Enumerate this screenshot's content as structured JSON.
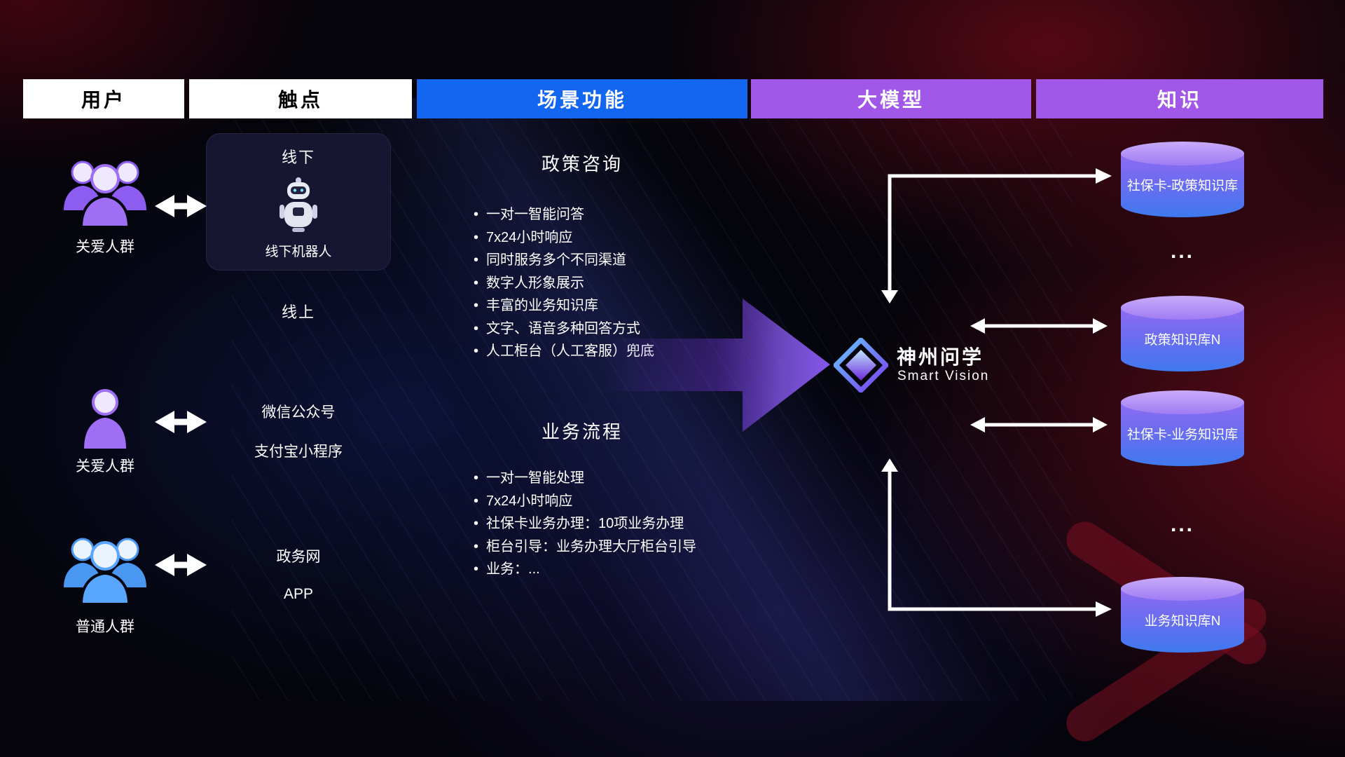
{
  "headers": [
    {
      "label": "用户"
    },
    {
      "label": "触点"
    },
    {
      "label": "场景功能"
    },
    {
      "label": "大模型"
    },
    {
      "label": "知识"
    }
  ],
  "users": [
    {
      "label": "关爱人群",
      "icon": "group",
      "color": "purple"
    },
    {
      "label": "关爱人群",
      "icon": "person",
      "color": "purple"
    },
    {
      "label": "普通人群",
      "icon": "group",
      "color": "blue"
    }
  ],
  "touchpoints": {
    "offline_title": "线下",
    "offline_robot_label": "线下机器人",
    "online_label": "线上",
    "wechat": "微信公众号",
    "alipay": "支付宝小程序",
    "gov_web": "政务网",
    "app": "APP"
  },
  "scenario": {
    "sections": [
      {
        "title": "政策咨询",
        "bullets": [
          "一对一智能问答",
          "7x24小时响应",
          "同时服务多个不同渠道",
          "数字人形象展示",
          "丰富的业务知识库",
          "文字、语音多种回答方式",
          "人工柜台（人工客服）兜底"
        ]
      },
      {
        "title": "业务流程",
        "bullets": [
          "一对一智能处理",
          "7x24小时响应",
          "社保卡业务办理：10项业务办理",
          "柜台引导：业务办理大厅柜台引导",
          "业务：..."
        ]
      }
    ]
  },
  "model": {
    "name": "神州问学",
    "subtitle": "Smart Vision"
  },
  "knowledge": {
    "items": [
      {
        "type": "db",
        "label": "社保卡-政策知识库"
      },
      {
        "type": "ellipsis",
        "label": "..."
      },
      {
        "type": "db",
        "label": "政策知识库N"
      },
      {
        "type": "db",
        "label": "社保卡-业务知识库"
      },
      {
        "type": "ellipsis",
        "label": "..."
      },
      {
        "type": "db",
        "label": "业务知识库N"
      }
    ]
  },
  "colors": {
    "header_blue": "#1366f0",
    "header_purple": "#a158e8",
    "flow_arrow_purple": "#8b5cf6",
    "db_top": "#c9abfa",
    "db_bottom": "#3f79ef",
    "user_purple": "#a06ef5",
    "user_blue": "#58a6ff",
    "arrow_white": "#ffffff",
    "background_red": "#7e0f20"
  }
}
